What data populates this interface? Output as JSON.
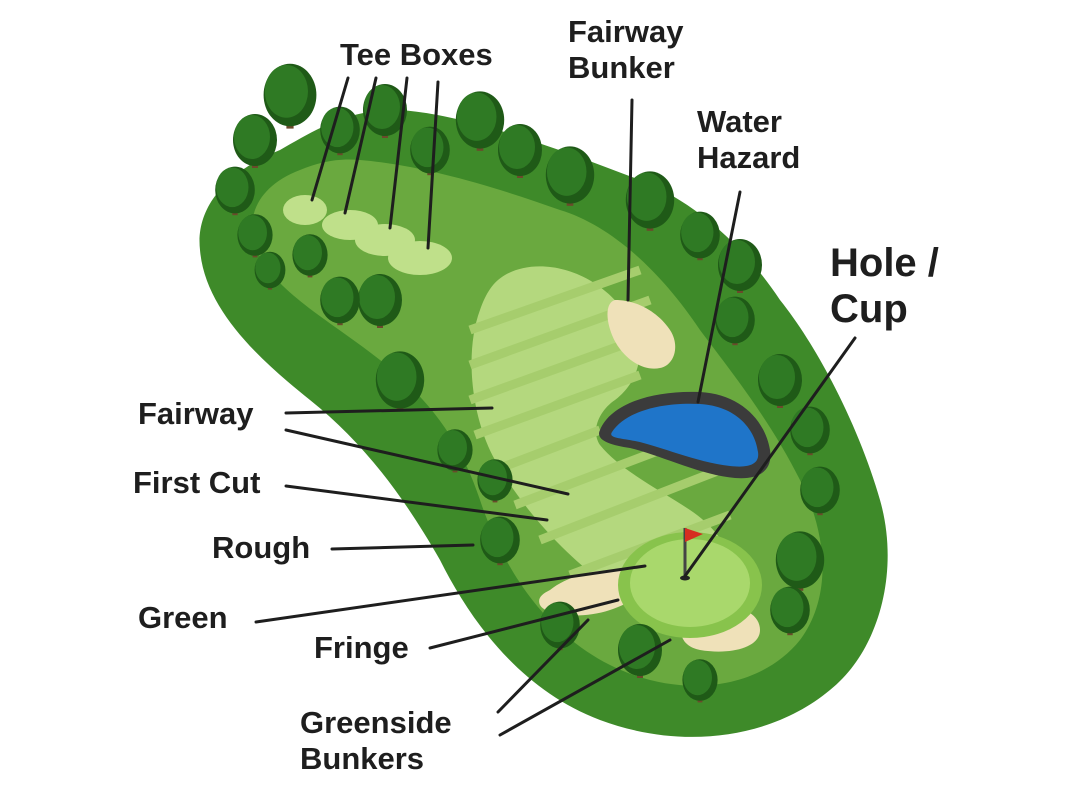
{
  "colors": {
    "rough": "#3e8a29",
    "first_cut": "#6aa93f",
    "fairway": "#b4d87e",
    "fairway_stripe": "#a6cd6d",
    "green": "#a9d86c",
    "fringe": "#88c34c",
    "sand": "#efe1b9",
    "water": "#1f75c9",
    "rocks": "#3b3b3b",
    "tree": "#2f7a24",
    "tree_dark": "#1f5a17",
    "trunk": "#6b4a2b",
    "flag": "#d62d20",
    "leader_line": "#1e1e1e"
  },
  "labels": {
    "tee_boxes": "Tee Boxes",
    "fairway_bunker": [
      "Fairway",
      "Bunker"
    ],
    "water_hazard": [
      "Water",
      "Hazard"
    ],
    "hole_cup": [
      "Hole /",
      "Cup"
    ],
    "fairway": "Fairway",
    "first_cut": "First Cut",
    "rough": "Rough",
    "green": "Green",
    "fringe": "Fringe",
    "greenside_bunkers": [
      "Greenside",
      "Bunkers"
    ]
  },
  "icons": [
    "tree-icon",
    "flag-icon"
  ]
}
